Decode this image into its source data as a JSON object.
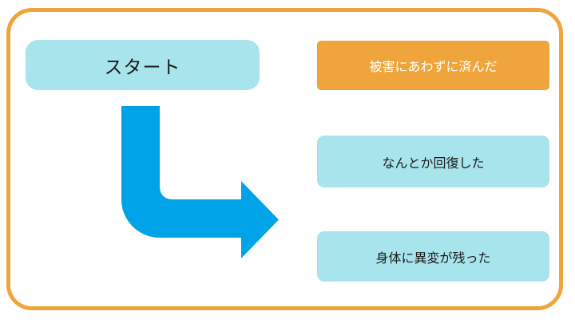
{
  "diagram": {
    "title": "start-to-outcomes-flow",
    "colors": {
      "background": "#ffffff",
      "frame_border": "#f0a53c",
      "arrow": "#00a3e8",
      "cyan_box": "#a8e4ec",
      "orange_box": "#f0a53c",
      "dark_text": "#1a1a1a",
      "light_text": "#ffffff"
    },
    "start_box": {
      "label": "スタート"
    },
    "arrow": {
      "shape": "elbow-down-right-arrow"
    },
    "outcome_boxes": [
      {
        "label": "被害にあわずに済んだ",
        "style": "orange"
      },
      {
        "label": "なんとか回復した",
        "style": "cyan"
      },
      {
        "label": "身体に異変が残った",
        "style": "cyan"
      }
    ]
  }
}
